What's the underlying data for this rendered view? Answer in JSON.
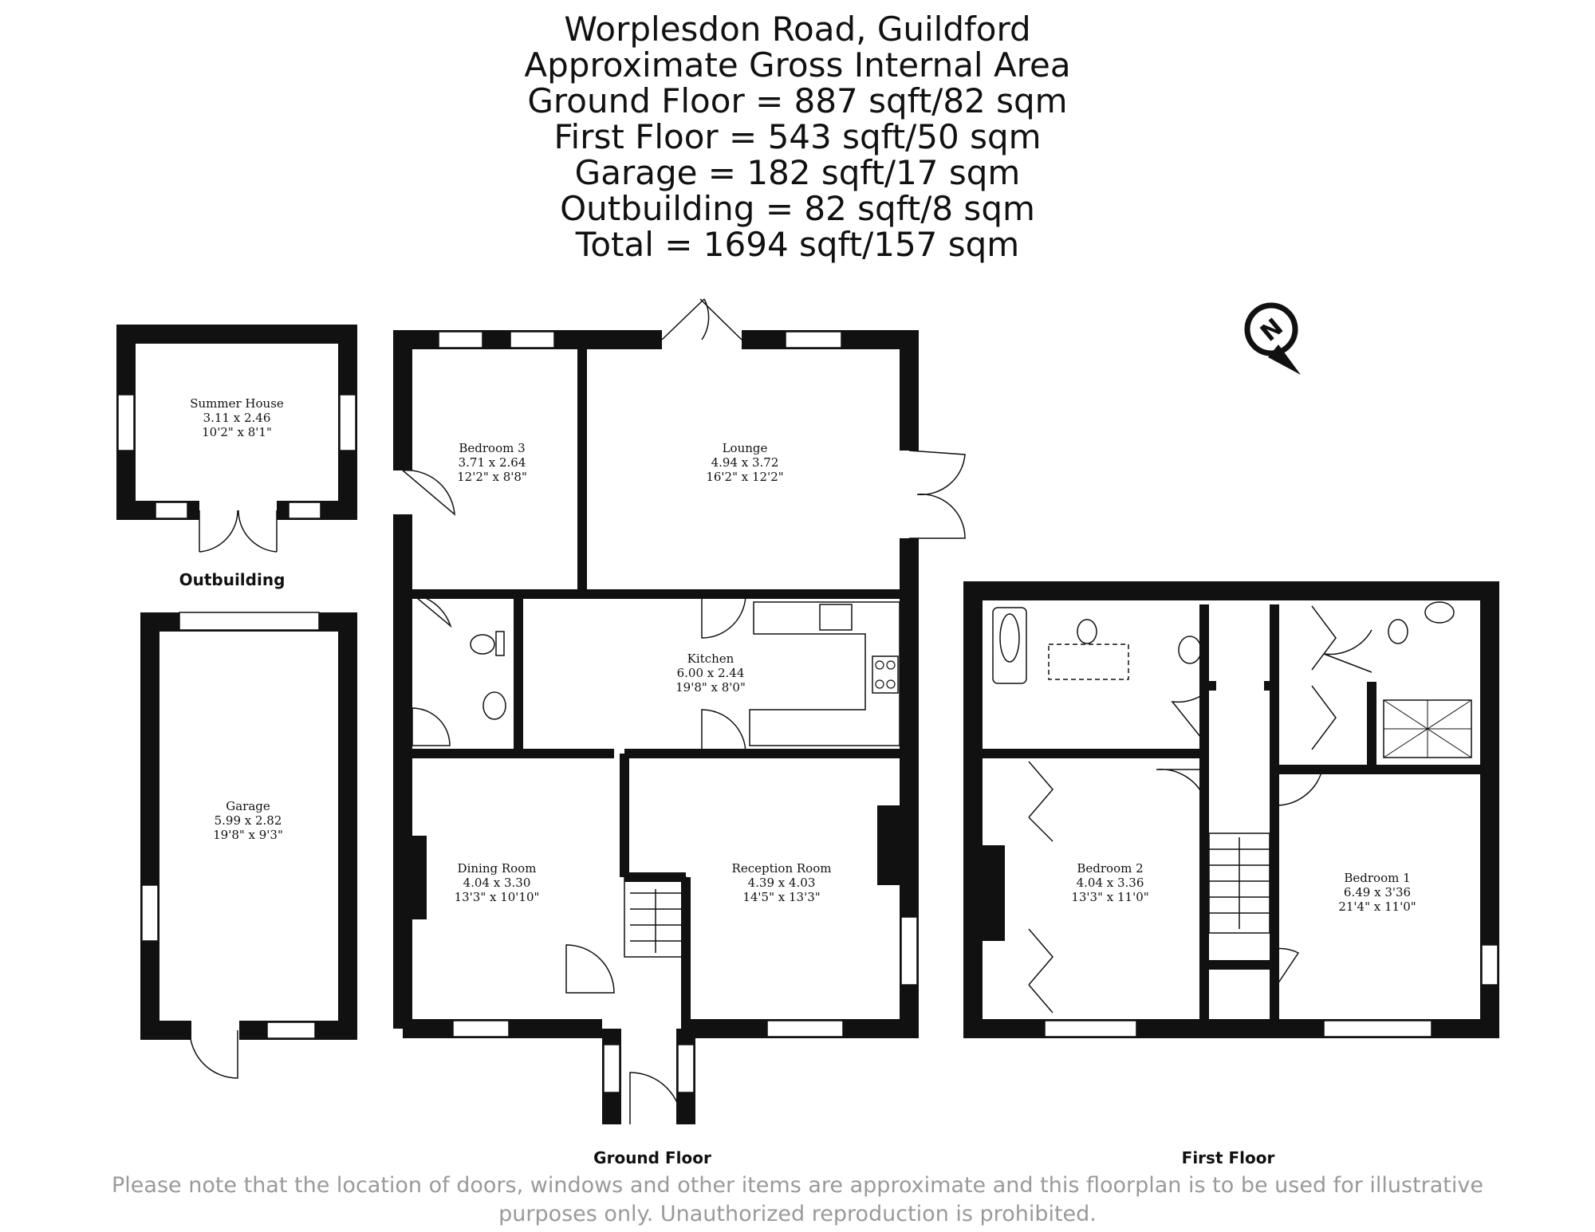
{
  "header": {
    "lines": [
      "Worplesdon Road, Guildford",
      "Approximate Gross Internal Area",
      "Ground Floor = 887 sqft/82 sqm",
      "First Floor = 543 sqft/50 sqm",
      "Garage = 182 sqft/17 sqm",
      "Outbuilding = 82 sqft/8 sqm",
      "Total = 1694 sqft/157 sqm"
    ]
  },
  "compass": {
    "letter": "N"
  },
  "floors": {
    "outbuilding": "Outbuilding",
    "ground": "Ground Floor",
    "first": "First Floor"
  },
  "rooms": {
    "summer_house": {
      "name": "Summer House",
      "metric": "3.11 x 2.46",
      "imperial": "10'2\" x 8'1\""
    },
    "garage": {
      "name": "Garage",
      "metric": "5.99 x 2.82",
      "imperial": "19'8\" x 9'3\""
    },
    "bedroom3": {
      "name": "Bedroom 3",
      "metric": "3.71 x 2.64",
      "imperial": "12'2\" x 8'8\""
    },
    "lounge": {
      "name": "Lounge",
      "metric": "4.94 x 3.72",
      "imperial": "16'2\" x 12'2\""
    },
    "kitchen": {
      "name": "Kitchen",
      "metric": "6.00 x 2.44",
      "imperial": "19'8\" x 8'0\""
    },
    "dining": {
      "name": "Dining Room",
      "metric": "4.04 x 3.30",
      "imperial": "13'3\" x 10'10\""
    },
    "reception": {
      "name": "Reception Room",
      "metric": "4.39 x 4.03",
      "imperial": "14'5\" x 13'3\""
    },
    "bedroom2": {
      "name": "Bedroom 2",
      "metric": "4.04 x 3.36",
      "imperial": "13'3\" x 11'0\""
    },
    "bedroom1": {
      "name": "Bedroom 1",
      "metric": "6.49 x 3'36",
      "imperial": "21'4\" x 11'0\""
    }
  },
  "disclaimer": {
    "line1": "Please note that the location of doors, windows and other items are approximate and this floorplan is to be used for illustrative",
    "line2": "purposes only. Unauthorized reproduction is prohibited."
  },
  "colors": {
    "wall": "#111111",
    "text": "#111111",
    "disclaimer": "#9a9a9a",
    "window": "#ffffff"
  }
}
